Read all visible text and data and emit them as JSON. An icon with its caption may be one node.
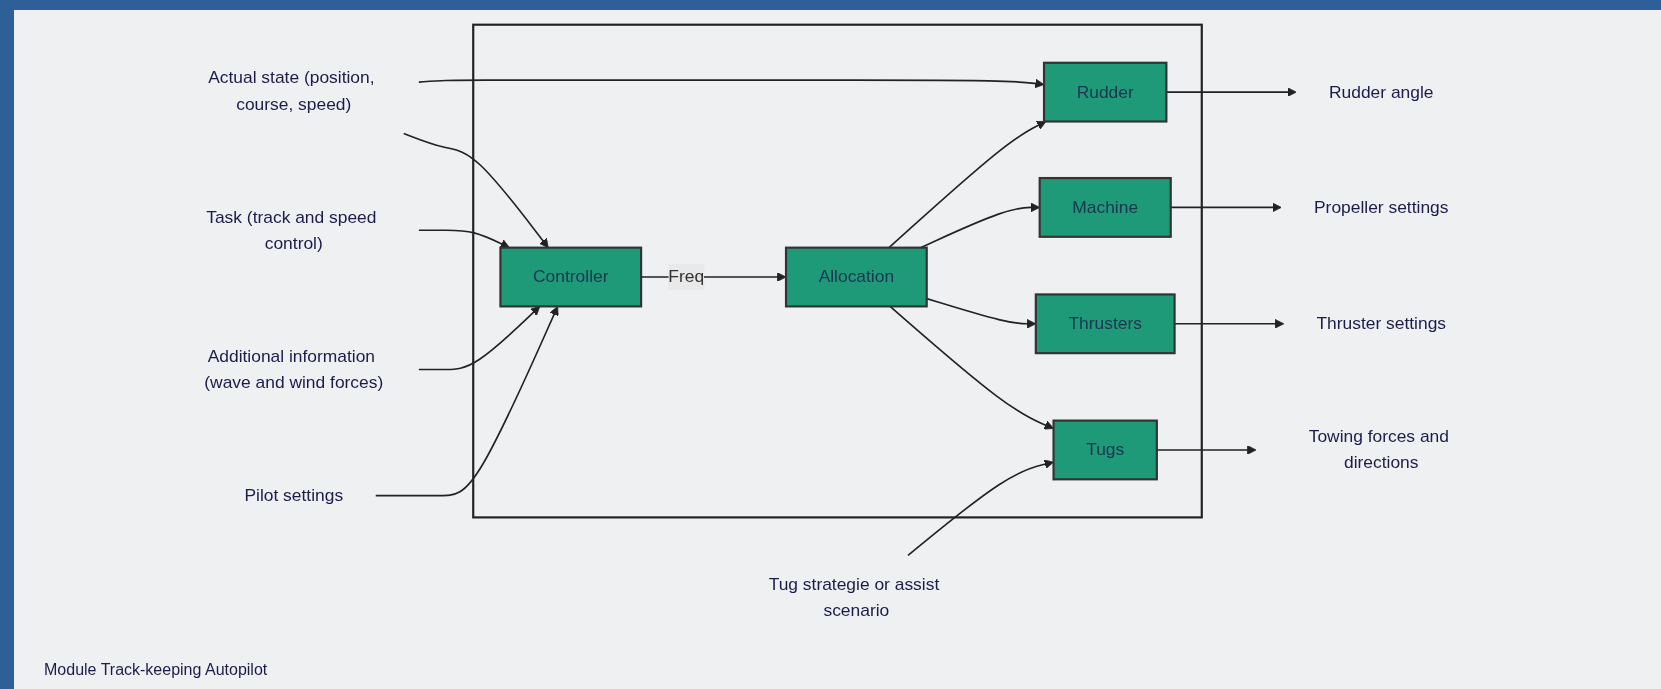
{
  "diagram": {
    "nodes": [
      {
        "text": [],
        "shape": "box"
      },
      {
        "text": [
          "Actual state (position, course, speed)"
        ]
      },
      {
        "text": [
          "Task (track and speed control)"
        ]
      },
      {
        "text": [
          "Additional information (wave and wind forces)"
        ]
      },
      {
        "text": [
          "Controller"
        ],
        "in": 0
      },
      {
        "text": [
          "Allocation"
        ],
        "in": 0
      },
      {
        "text": [
          "Rudder"
        ],
        "in": 0
      },
      {
        "text": [
          "Machine"
        ],
        "in": 0
      },
      {
        "text": [
          "Thrusters"
        ],
        "in": 0
      },
      {
        "text": [
          "Tugs"
        ],
        "in": 0
      },
      {
        "text": [
          "Pilot settings"
        ]
      },
      {
        "text": [
          "Tug strategie or assist scenario"
        ]
      },
      {
        "text": [
          "Rudder angle"
        ]
      },
      {
        "text": [
          "Propeller settings"
        ]
      },
      {
        "text": [
          "Thruster settings"
        ]
      },
      {
        "text": [
          "Towing forces and directions"
        ]
      }
    ],
    "edges": [
      {
        "from": 1,
        "to": 4,
        "arrow": "to"
      },
      {
        "from": 1,
        "to": 6,
        "arrow": "to"
      },
      {
        "from": 2,
        "to": 4,
        "arrow": "to"
      },
      {
        "from": 3,
        "to": 4,
        "arrow": "to"
      },
      {
        "from": 10,
        "to": 4,
        "arrow": "to"
      },
      {
        "from": 4,
        "to": 5,
        "arrow": "to",
        "label": "Freq"
      },
      {
        "from": 5,
        "to": 6,
        "arrow": "to"
      },
      {
        "from": 5,
        "to": 7,
        "arrow": "to"
      },
      {
        "from": 5,
        "to": 8,
        "arrow": "to"
      },
      {
        "from": 5,
        "to": 9,
        "arrow": "to"
      },
      {
        "from": 11,
        "to": 9,
        "arrow": "to"
      },
      {
        "from": 6,
        "to": 12,
        "arrow": "to"
      },
      {
        "from": 7,
        "to": 13,
        "arrow": "to"
      },
      {
        "from": 8,
        "to": 14,
        "arrow": "to"
      },
      {
        "from": 9,
        "to": 15,
        "arrow": "to"
      }
    ],
    "labels": [
      "Module Track-keeping Autopilot"
    ]
  }
}
